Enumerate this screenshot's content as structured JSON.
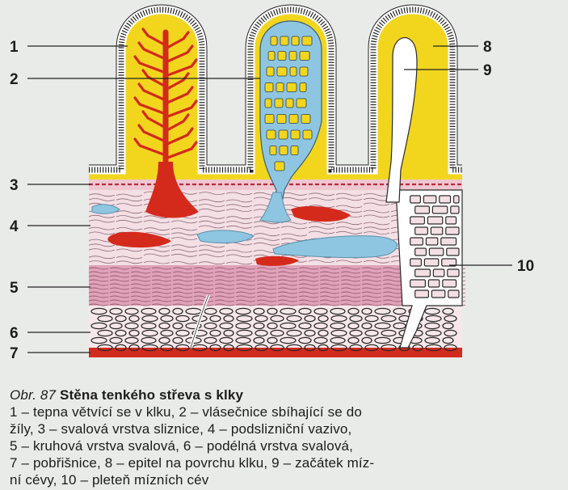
{
  "figure": {
    "colors": {
      "lamina_yellow": "#f2d61e",
      "artery_red": "#d42a1c",
      "vein_blue": "#8ec6e2",
      "connective_pink": "#f3dfe4",
      "circular_muscle": "#e0a2b8",
      "serosa_red": "#d12b1d"
    },
    "labels": [
      "1",
      "2",
      "3",
      "4",
      "5",
      "6",
      "7",
      "8",
      "9",
      "10"
    ]
  },
  "caption": {
    "ref": "Obr. 87",
    "title": "Stěna tenkého střeva s klky",
    "lines": [
      "1 – tepna větvící se v klku, 2 – vlásečnice sbíhající se do",
      "žíly, 3 – svalová vrstva sliznice, 4 – podslizniční vazivo,",
      "5 – kruhová vrstva svalová, 6 – podélná vrstva svalová,",
      "7 – pobřišnice, 8 – epitel na povrchu klku, 9 – začátek míz-",
      "ní cévy, 10 – pleteň mízních cév"
    ]
  }
}
